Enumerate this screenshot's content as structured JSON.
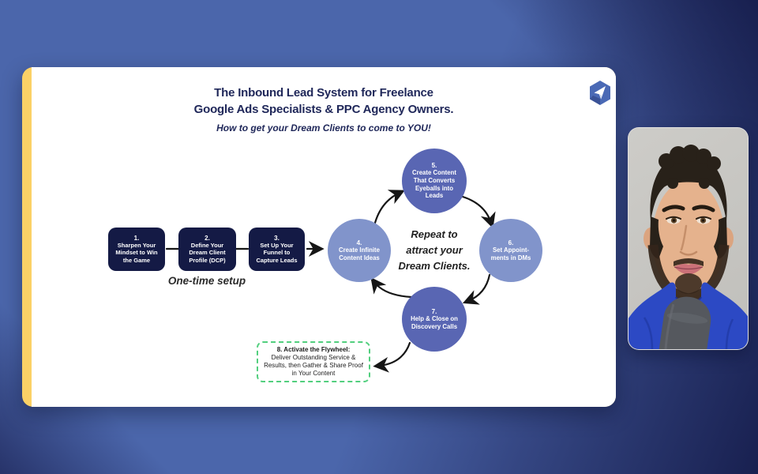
{
  "slide": {
    "title_line1": "The Inbound Lead System for Freelance",
    "title_line2": "Google Ads Specialists & PPC Agency Owners.",
    "subtitle": "How to get your Dream Clients to come to YOU!",
    "logo_icon": "send-hexagon-icon",
    "setup_boxes": [
      {
        "number": "1.",
        "label": "Sharpen Your Mindset to Win the Game"
      },
      {
        "number": "2.",
        "label": "Define Your Dream Client Profile (DCP)"
      },
      {
        "number": "3.",
        "label": "Set Up Your Funnel to Capture Leads"
      }
    ],
    "setup_caption": "One-time setup",
    "cycle_circles": [
      {
        "number": "4.",
        "label": "Create Infinite Content Ideas",
        "shade": "light"
      },
      {
        "number": "5.",
        "label": "Create Content That Converts Eyeballs into Leads",
        "shade": "dark"
      },
      {
        "number": "6.",
        "label": "Set Appoint‑ ments in DMs",
        "shade": "light"
      },
      {
        "number": "7.",
        "label": "Help & Close on Discovery Calls",
        "shade": "dark"
      }
    ],
    "center_text": {
      "line1": "Repeat to",
      "line2": "attract your",
      "line3": "Dream Clients."
    },
    "flywheel_box": {
      "title": "8. Activate the Flywheel:",
      "body": "Deliver Outstanding Service & Results, then Gather & Share Proof in Your Content"
    }
  },
  "webcam": {
    "content": "presenter-video",
    "props": [
      "microphone-icon"
    ]
  },
  "colors": {
    "background_blue": "#4b66ab",
    "background_dark_corner": "#1a2052",
    "slide_accent_yellow": "#fbd166",
    "setup_box_navy": "#141a45",
    "circle_dark": "#5966b3",
    "circle_light": "#8194cb",
    "flywheel_green": "#52cf7e",
    "title_navy": "#20285a",
    "hoodie_blue": "#2c49c4"
  }
}
